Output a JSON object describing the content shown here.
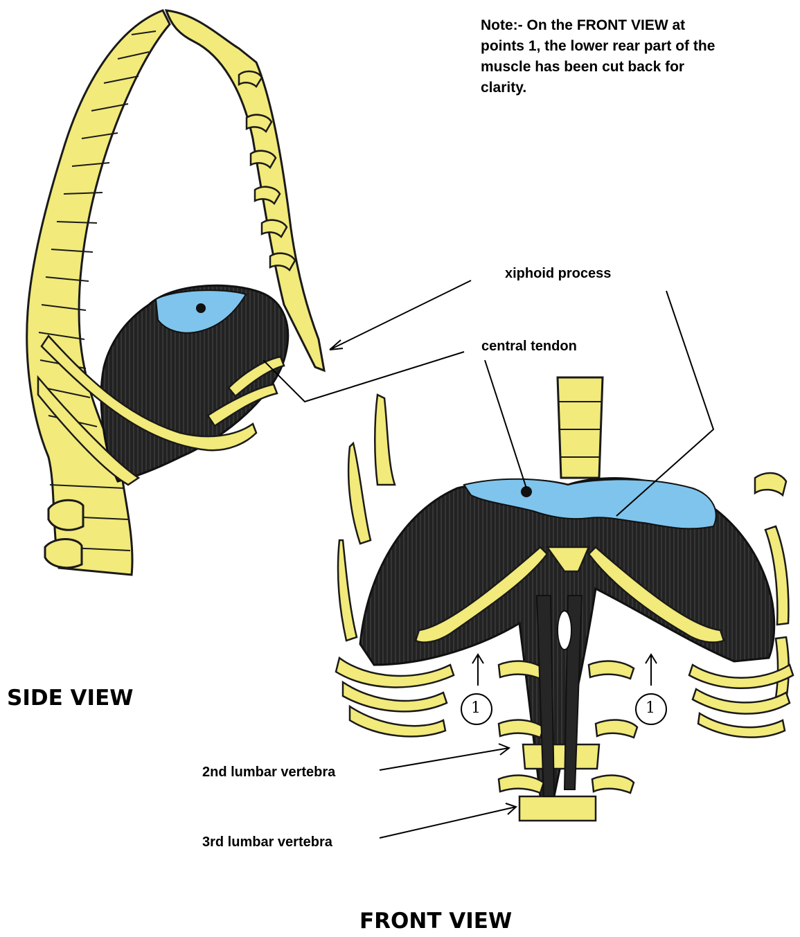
{
  "note": "Note:- On the FRONT VIEW at points 1, the lower rear part of the muscle has been cut back for clarity.",
  "labels": {
    "xiphoid": "xiphoid process",
    "central_tendon": "central tendon",
    "lumbar2": "2nd lumbar vertebra",
    "lumbar3": "3rd lumbar vertebra"
  },
  "views": {
    "side": "SIDE VIEW",
    "front": "FRONT VIEW"
  },
  "markers": {
    "left": "1",
    "right": "1"
  },
  "colors": {
    "bone": "#f2ea7a",
    "bone_outline": "#1a1a1a",
    "muscle": "#1f1f1f",
    "tendon": "#7fc4ec",
    "line": "#000000"
  }
}
